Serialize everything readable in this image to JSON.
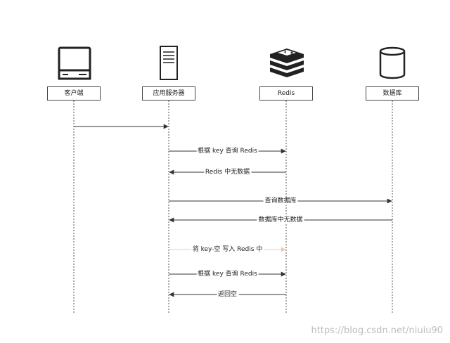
{
  "actors": [
    {
      "id": "client",
      "label": "客户端",
      "icon": "computer-icon"
    },
    {
      "id": "app_server",
      "label": "应用服务器",
      "icon": "server-icon"
    },
    {
      "id": "redis",
      "label": "Redis",
      "icon": "redis-logo-icon"
    },
    {
      "id": "database",
      "label": "数据库",
      "icon": "database-icon"
    }
  ],
  "messages": [
    {
      "from": "client",
      "to": "app_server",
      "label": "",
      "color": "#333333"
    },
    {
      "from": "app_server",
      "to": "redis",
      "label": "根据 key 查询 Redis",
      "color": "#333333"
    },
    {
      "from": "redis",
      "to": "app_server",
      "label": "Redis 中无数据",
      "color": "#333333"
    },
    {
      "from": "app_server",
      "to": "database",
      "label": "查询数据库",
      "color": "#333333"
    },
    {
      "from": "database",
      "to": "app_server",
      "label": "数据库中无数据",
      "color": "#333333"
    },
    {
      "from": "app_server",
      "to": "redis",
      "label": "将 key-空 写入 Redis 中",
      "color": "#f4c9ad"
    },
    {
      "from": "app_server",
      "to": "redis",
      "label": "根据 key 查询 Redis",
      "color": "#333333"
    },
    {
      "from": "redis",
      "to": "app_server",
      "label": "返回空",
      "color": "#333333"
    }
  ],
  "watermark": "https://blog.csdn.net/niuiu90"
}
